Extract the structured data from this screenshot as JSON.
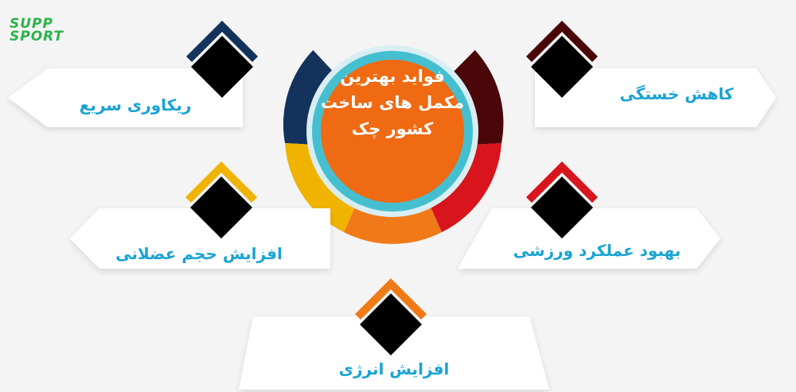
{
  "logo": {
    "line1": "SUPP",
    "line2": "SPORT"
  },
  "center": {
    "title": "فواید بهترین مکمل های ساخت کشور چک"
  },
  "benefits": {
    "fatigue": "کاهش خستگی",
    "recovery": "ریکاوری سریع",
    "performance": "بهبود عملکرد ورزشی",
    "muscle": "افزایش حجم عضلانی",
    "energy": "افزایش انرژی"
  },
  "colors": {
    "navy": "#13325c",
    "dark_red": "#4a0608",
    "red": "#d8141c",
    "yellow": "#f0b400",
    "orange": "#f07a18",
    "center_fill": "#ef6a12",
    "teal_ring": "#45bfd0",
    "label_blue": "#1aa3d4",
    "logo_green": "#2bb34a"
  }
}
